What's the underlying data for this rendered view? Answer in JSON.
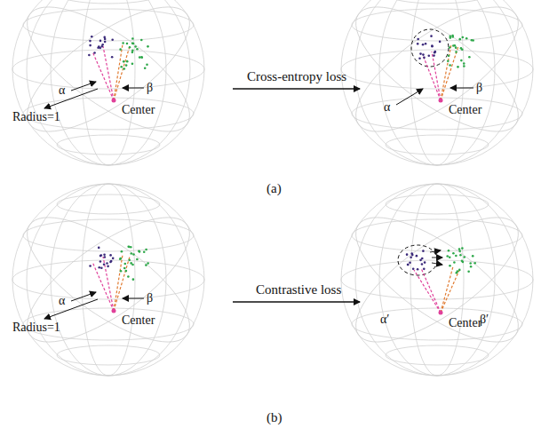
{
  "diagram": {
    "labels": [
      "Radius=1",
      "α",
      "β",
      "Center",
      "Cross-entropy loss",
      "α",
      "β",
      "Center",
      "(a)",
      "Radius=1",
      "α",
      "β",
      "Center",
      "Contrastive loss",
      "α′",
      "β′",
      "Center",
      "(b)"
    ]
  }
}
